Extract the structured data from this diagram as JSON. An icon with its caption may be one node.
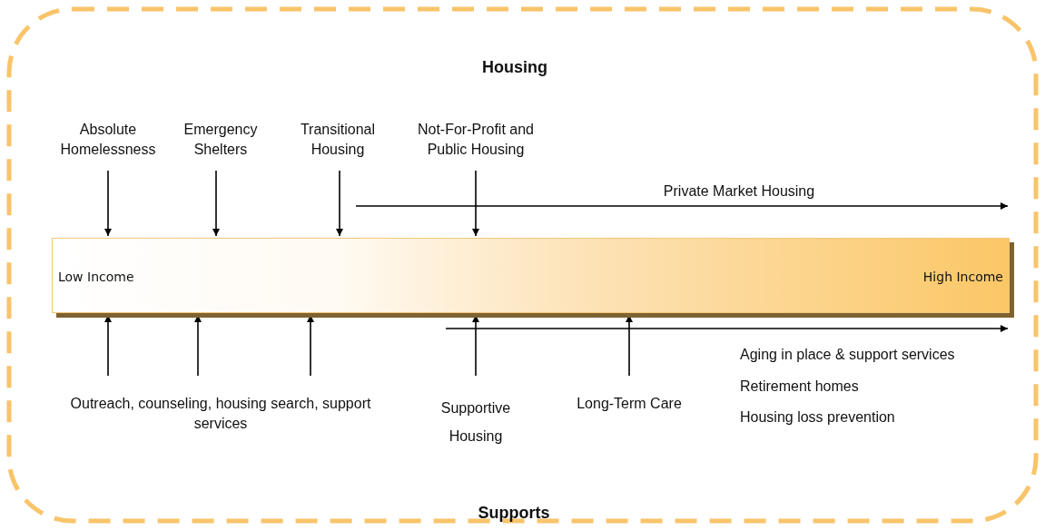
{
  "diagram": {
    "nodes": [
      {
        "text": [
          "Absolute Homelessness"
        ]
      },
      {
        "text": [
          "Emergency Shelters"
        ]
      },
      {
        "text": [
          "Transitional Housing"
        ]
      },
      {
        "text": [
          "Not-For-Profit and Public Housing"
        ]
      },
      {
        "text": [
          "Low Income",
          "High Income"
        ]
      },
      {
        "text": [
          "Outreach, counseling, housing search, support services"
        ]
      },
      {
        "text": [
          "Supportive Housing"
        ]
      },
      {
        "text": [
          "Long-Term Care"
        ]
      }
    ],
    "edges": [
      {
        "from": 0,
        "to": 4,
        "arrow": "to"
      },
      {
        "from": 1,
        "to": 4,
        "arrow": "to"
      },
      {
        "from": 2,
        "to": 4,
        "arrow": "to"
      },
      {
        "from": 3,
        "to": 4,
        "arrow": "to"
      },
      {
        "from": 5,
        "to": 4,
        "arrow": "to"
      },
      {
        "from": 5,
        "to": 4,
        "arrow": "to"
      },
      {
        "from": 5,
        "to": 4,
        "arrow": "to"
      },
      {
        "from": 6,
        "to": 4,
        "arrow": "to"
      },
      {
        "from": 7,
        "to": 4,
        "arrow": "to"
      }
    ],
    "labels": [
      "Housing",
      "Private Market Housing",
      "Aging in place & support services",
      "Retirement homes",
      "Housing loss prevention",
      "Supports"
    ]
  }
}
